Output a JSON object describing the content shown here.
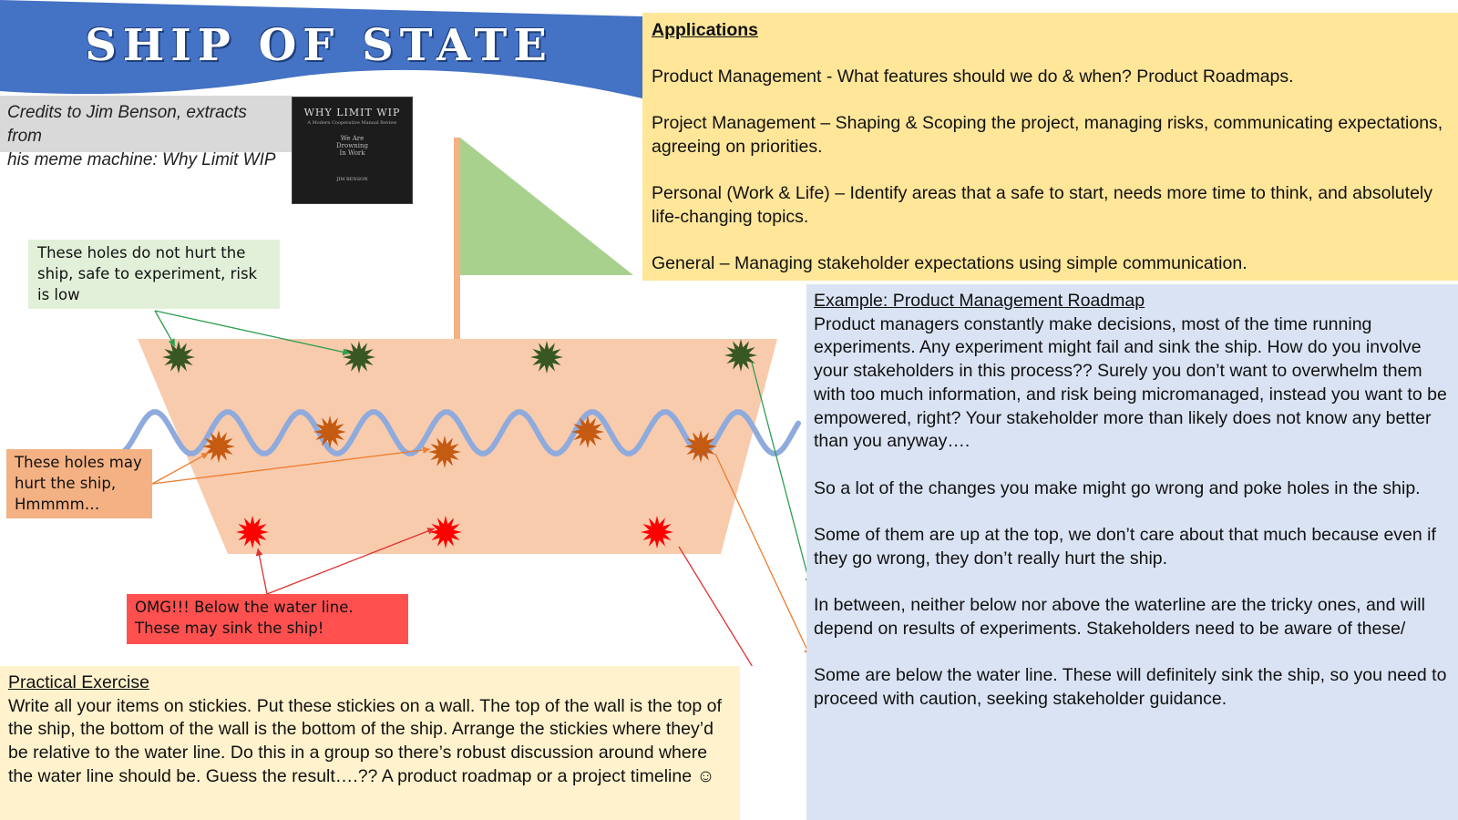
{
  "title": "SHIP OF STATE",
  "credits": {
    "line1": "Credits to Jim Benson, extracts from",
    "line2": "his meme machine: Why Limit WIP"
  },
  "book": {
    "title": "WHY LIMIT WIP",
    "subtitle": "A Modern Cooperative Manual Review",
    "motto_1": "We Are",
    "motto_2": "Drowning",
    "motto_3": "In Work",
    "author": "JIM BENSON"
  },
  "applications": {
    "heading": "Applications",
    "items": [
      "Product Management - What features should we do & when? Product Roadmaps.",
      "Project Management – Shaping & Scoping the project, managing risks, communicating expectations, agreeing on priorities.",
      "Personal (Work & Life) – Identify areas that a safe to start, needs more time to think, and absolutely life-changing topics.",
      "General – Managing stakeholder expectations using simple communication."
    ]
  },
  "example": {
    "heading": "Example: Product Management Roadmap",
    "paragraphs": [
      "Product managers constantly make decisions, most of the time running experiments. Any experiment might fail and sink the ship. How do you involve your stakeholders in this process?? Surely you don’t want to overwhelm them with too much information, and risk being micromanaged, instead you want to be empowered, right? Your stakeholder more than likely does not know any better than you anyway….",
      "So a lot of the changes you make might go wrong and poke holes in the ship.",
      "Some of them are up at the top, we don’t care about that much because even if they go wrong, they don’t really hurt the ship.",
      "In between, neither below nor above the waterline are the tricky ones, and will depend on results of experiments.  Stakeholders need to be aware of these/",
      "Some are below the water line. These will definitely sink the ship, so you need to proceed with caution, seeking stakeholder guidance."
    ]
  },
  "notes": {
    "green": "These holes do not hurt the ship, safe to experiment, risk is low",
    "orange": "These holes may hurt the ship, Hmmmm…",
    "red": "OMG!!! Below the water line. These may sink the ship!"
  },
  "practical": {
    "heading": "Practical Exercise",
    "body": "Write all your items on stickies. Put these stickies on a wall. The top of the wall is the top of the ship, the bottom of the wall is the bottom of the ship. Arrange the stickies where they’d be relative to the water line. Do this in a group so there’s robust discussion around where the water line should be.   Guess the result….?? A product roadmap or a project timeline ☺"
  },
  "colors": {
    "banner": "#4472c4",
    "hull": "#f8cbad",
    "flag": "#a9d18e",
    "mast": "#f4b183",
    "wave": "#8faadc",
    "hole_safe": "#385723",
    "hole_risky": "#c55a11",
    "hole_danger": "#ff0000",
    "arrow_green": "#2e9e4f",
    "arrow_orange": "#ed7d31",
    "arrow_red": "#e03030"
  }
}
